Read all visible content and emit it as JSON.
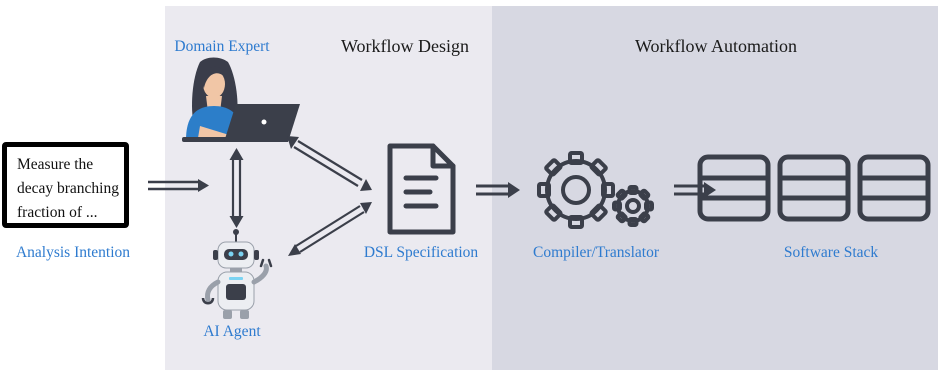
{
  "sections": {
    "design_title": "Workflow Design",
    "automation_title": "Workflow Automation"
  },
  "intention": {
    "text": "Measure the decay branching fraction of ...",
    "label": "Analysis Intention"
  },
  "nodes": {
    "domain_expert": "Domain Expert",
    "ai_agent": "AI Agent",
    "dsl": "DSL Specification",
    "compiler": "Compiler/Translator",
    "software": "Software Stack"
  },
  "icons": {
    "domain_expert": "person-laptop-icon",
    "ai_agent": "robot-icon",
    "dsl": "document-icon",
    "compiler": "gears-icon",
    "software": "database-stack-icon"
  },
  "colors": {
    "label": "#2e7bcf",
    "icon_dark": "#3b3f4a",
    "panel_design": "#ebeaf0",
    "panel_automation": "#d7d8e2"
  }
}
